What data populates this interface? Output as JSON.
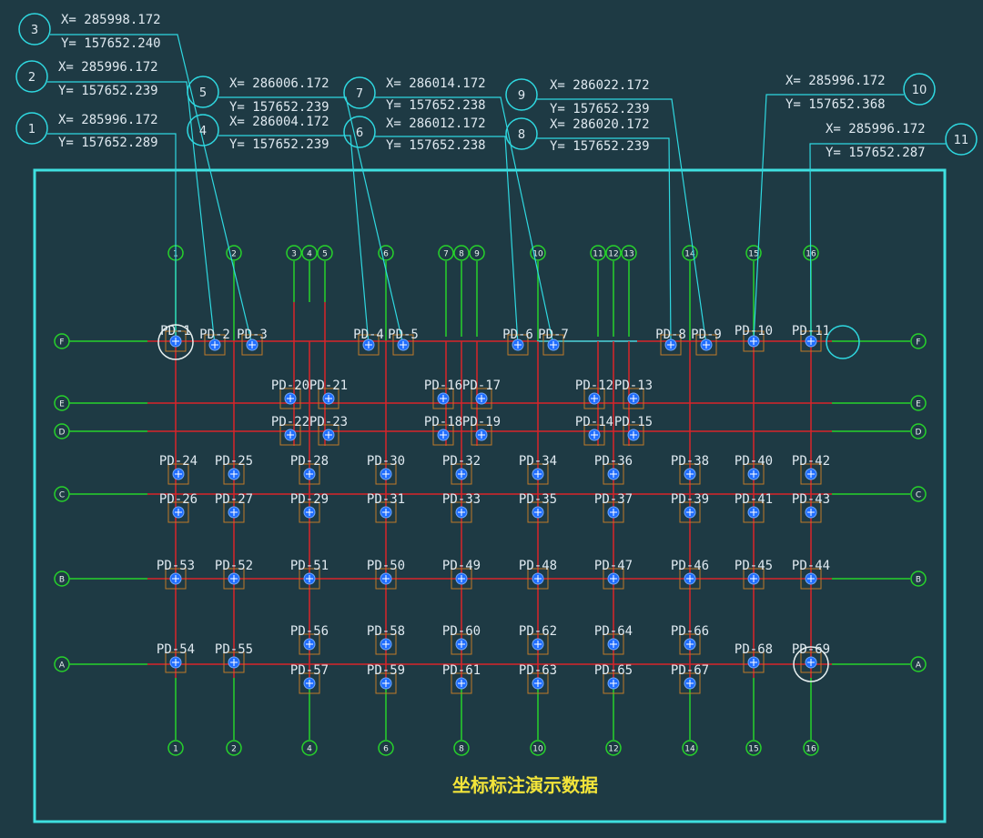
{
  "title": "坐标标注演示数据",
  "colors": {
    "background": "#1e3a44",
    "frame": "#3fe0e0",
    "axis_green": "#27d22b",
    "beam_red": "#d8242a",
    "pile_blue": "#1f6dff",
    "box_orange": "#c07a28",
    "label_white": "#dfe9f0",
    "callout_cyan": "#2fd8e0",
    "title_yellow": "#f2e43a"
  },
  "column_axes": {
    "top": [
      "1",
      "2",
      "3",
      "4",
      "5",
      "6",
      "7",
      "8",
      "9",
      "10",
      "11",
      "12",
      "13",
      "14",
      "15",
      "16"
    ],
    "bottom": [
      "1",
      "2",
      "4",
      "6",
      "8",
      "10",
      "12",
      "14",
      "15",
      "16"
    ]
  },
  "row_axes": [
    "F",
    "E",
    "D",
    "C",
    "B",
    "A"
  ],
  "piles": [
    "PD-1",
    "PD-2",
    "PD-3",
    "PD-4",
    "PD-5",
    "PD-6",
    "PD-7",
    "PD-8",
    "PD-9",
    "PD-10",
    "PD-11",
    "PD-20",
    "PD-21",
    "PD-16",
    "PD-17",
    "PD-12",
    "PD-13",
    "PD-22",
    "PD-23",
    "PD-18",
    "PD-19",
    "PD-14",
    "PD-15",
    "PD-24",
    "PD-25",
    "PD-28",
    "PD-30",
    "PD-32",
    "PD-34",
    "PD-36",
    "PD-38",
    "PD-40",
    "PD-42",
    "PD-26",
    "PD-27",
    "PD-29",
    "PD-31",
    "PD-33",
    "PD-35",
    "PD-37",
    "PD-39",
    "PD-41",
    "PD-43",
    "PD-53",
    "PD-52",
    "PD-51",
    "PD-50",
    "PD-49",
    "PD-48",
    "PD-47",
    "PD-46",
    "PD-45",
    "PD-44",
    "PD-56",
    "PD-58",
    "PD-60",
    "PD-62",
    "PD-64",
    "PD-66",
    "PD-54",
    "PD-55",
    "PD-68",
    "PD-69",
    "PD-57",
    "PD-59",
    "PD-61",
    "PD-63",
    "PD-65",
    "PD-67"
  ],
  "callouts": [
    {
      "n": "1",
      "x": "X= 285996.172",
      "y": "Y= 157652.289"
    },
    {
      "n": "2",
      "x": "X= 285996.172",
      "y": "Y= 157652.239"
    },
    {
      "n": "3",
      "x": "X= 285998.172",
      "y": "Y= 157652.240"
    },
    {
      "n": "4",
      "x": "X= 286004.172",
      "y": "Y= 157652.239"
    },
    {
      "n": "5",
      "x": "X= 286006.172",
      "y": "Y= 157652.239"
    },
    {
      "n": "6",
      "x": "X= 286012.172",
      "y": "Y= 157652.238"
    },
    {
      "n": "7",
      "x": "X= 286014.172",
      "y": "Y= 157652.238"
    },
    {
      "n": "8",
      "x": "X= 286020.172",
      "y": "Y= 157652.239"
    },
    {
      "n": "9",
      "x": "X= 286022.172",
      "y": "Y= 157652.239"
    },
    {
      "n": "10",
      "x": "X= 285996.172",
      "y": "Y= 157652.368"
    },
    {
      "n": "11",
      "x": "X= 285996.172",
      "y": "Y= 157652.287"
    }
  ]
}
